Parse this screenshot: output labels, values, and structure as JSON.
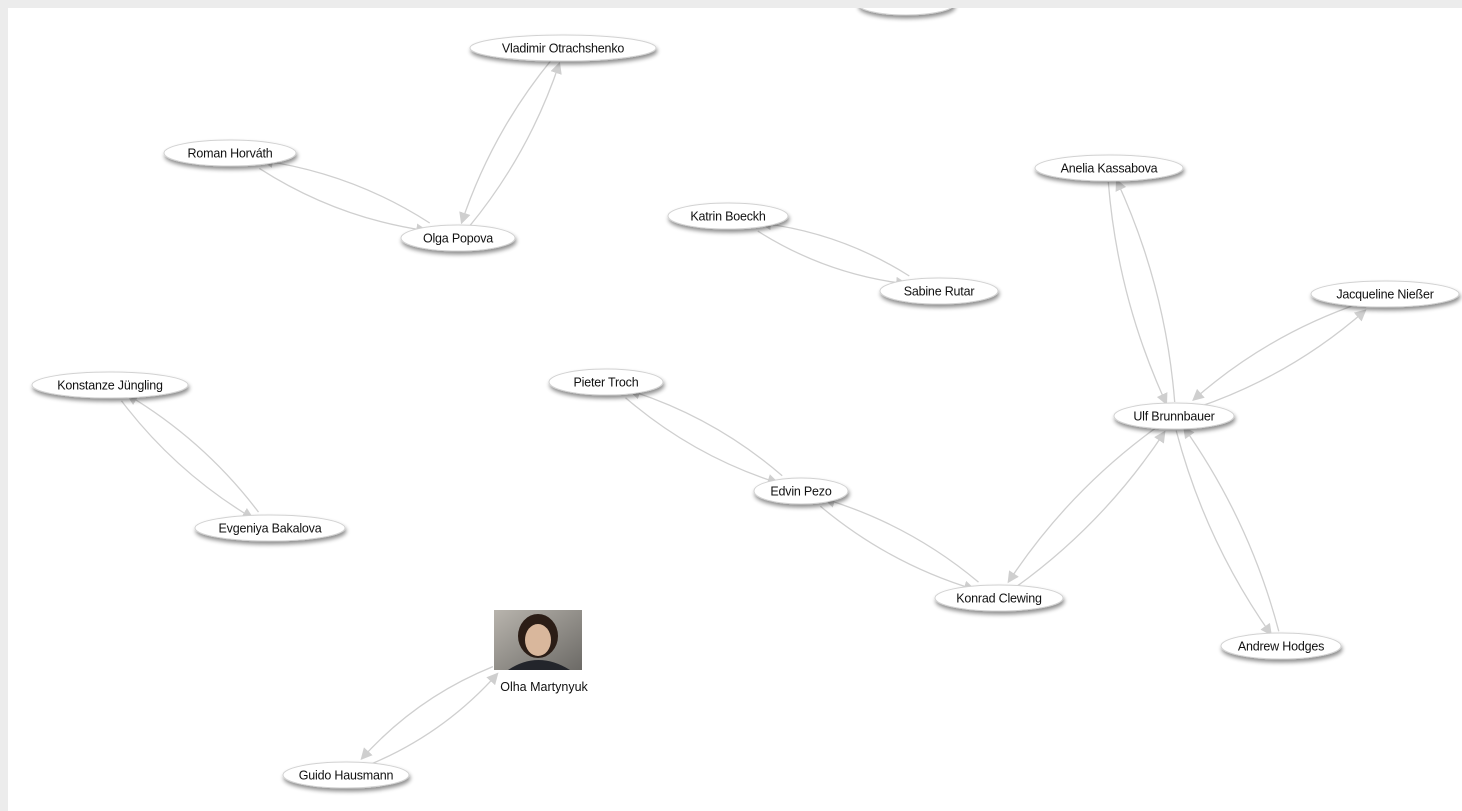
{
  "nodes": [
    {
      "id": "vladimir",
      "label": "Vladimir Otrachshenko"
    },
    {
      "id": "roman",
      "label": "Roman Horváth"
    },
    {
      "id": "olga",
      "label": "Olga Popova"
    },
    {
      "id": "katrin",
      "label": "Katrin Boeckh"
    },
    {
      "id": "sabine",
      "label": "Sabine Rutar"
    },
    {
      "id": "anelia",
      "label": "Anelia Kassabova"
    },
    {
      "id": "jacqueline",
      "label": "Jacqueline Nießer"
    },
    {
      "id": "ulf",
      "label": "Ulf Brunnbauer"
    },
    {
      "id": "konstanze",
      "label": "Konstanze Jüngling"
    },
    {
      "id": "evgeniya",
      "label": "Evgeniya Bakalova"
    },
    {
      "id": "pieter",
      "label": "Pieter Troch"
    },
    {
      "id": "edvin",
      "label": "Edvin Pezo"
    },
    {
      "id": "konrad",
      "label": "Konrad Clewing"
    },
    {
      "id": "andrew",
      "label": "Andrew Hodges"
    },
    {
      "id": "olha",
      "label": "Olha Martynyuk",
      "has_photo": true
    },
    {
      "id": "guido",
      "label": "Guido Hausmann"
    }
  ],
  "edges": [
    [
      "roman",
      "olga"
    ],
    [
      "olga",
      "roman"
    ],
    [
      "olga",
      "vladimir"
    ],
    [
      "vladimir",
      "olga"
    ],
    [
      "katrin",
      "sabine"
    ],
    [
      "sabine",
      "katrin"
    ],
    [
      "konstanze",
      "evgeniya"
    ],
    [
      "evgeniya",
      "konstanze"
    ],
    [
      "pieter",
      "edvin"
    ],
    [
      "edvin",
      "pieter"
    ],
    [
      "edvin",
      "konrad"
    ],
    [
      "konrad",
      "edvin"
    ],
    [
      "konrad",
      "ulf"
    ],
    [
      "ulf",
      "konrad"
    ],
    [
      "ulf",
      "anelia"
    ],
    [
      "anelia",
      "ulf"
    ],
    [
      "ulf",
      "jacqueline"
    ],
    [
      "jacqueline",
      "ulf"
    ],
    [
      "ulf",
      "andrew"
    ],
    [
      "andrew",
      "ulf"
    ],
    [
      "guido",
      "olha"
    ],
    [
      "olha",
      "guido"
    ]
  ],
  "colors": {
    "edge": "#cfcfcf",
    "node_fill": "#ffffff",
    "text": "#111111"
  }
}
